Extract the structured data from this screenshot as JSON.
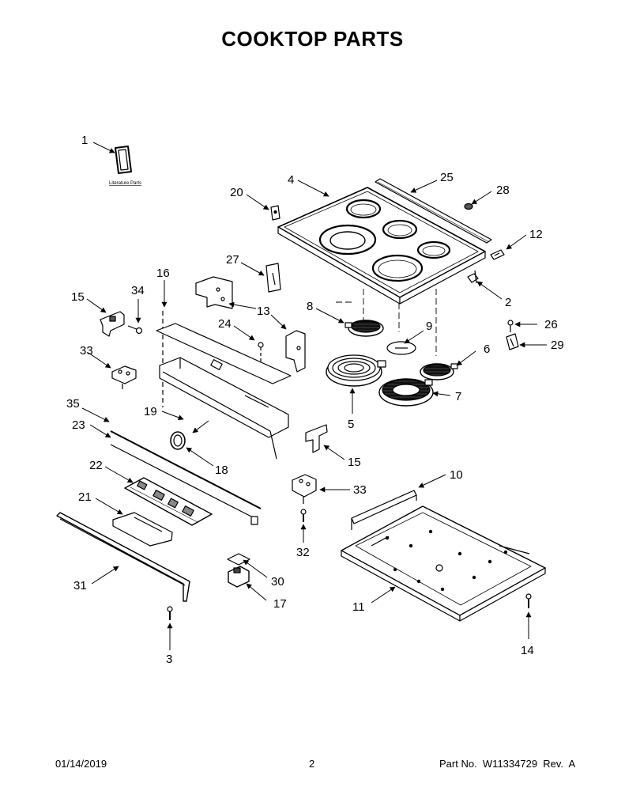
{
  "page": {
    "title": "COOKTOP PARTS",
    "footer": {
      "date": "01/14/2019",
      "page_number": "2",
      "part_info": "Part No.  W11334729  Rev.  A"
    }
  },
  "parts_diagram": {
    "literature_label": "Literature Parts",
    "callouts": [
      {
        "id": "1",
        "label": "1"
      },
      {
        "id": "2",
        "label": "2"
      },
      {
        "id": "3",
        "label": "3"
      },
      {
        "id": "4",
        "label": "4"
      },
      {
        "id": "5",
        "label": "5"
      },
      {
        "id": "6",
        "label": "6"
      },
      {
        "id": "7",
        "label": "7"
      },
      {
        "id": "8",
        "label": "8"
      },
      {
        "id": "9",
        "label": "9"
      },
      {
        "id": "10",
        "label": "10"
      },
      {
        "id": "11",
        "label": "11"
      },
      {
        "id": "12",
        "label": "12"
      },
      {
        "id": "13",
        "label": "13"
      },
      {
        "id": "14",
        "label": "14"
      },
      {
        "id": "15a",
        "label": "15"
      },
      {
        "id": "15b",
        "label": "15"
      },
      {
        "id": "16",
        "label": "16"
      },
      {
        "id": "17",
        "label": "17"
      },
      {
        "id": "18",
        "label": "18"
      },
      {
        "id": "19",
        "label": "19"
      },
      {
        "id": "20",
        "label": "20"
      },
      {
        "id": "21",
        "label": "21"
      },
      {
        "id": "22",
        "label": "22"
      },
      {
        "id": "23",
        "label": "23"
      },
      {
        "id": "24",
        "label": "24"
      },
      {
        "id": "25",
        "label": "25"
      },
      {
        "id": "26",
        "label": "26"
      },
      {
        "id": "27",
        "label": "27"
      },
      {
        "id": "28",
        "label": "28"
      },
      {
        "id": "29",
        "label": "29"
      },
      {
        "id": "30",
        "label": "30"
      },
      {
        "id": "31",
        "label": "31"
      },
      {
        "id": "32",
        "label": "32"
      },
      {
        "id": "33a",
        "label": "33"
      },
      {
        "id": "33b",
        "label": "33"
      },
      {
        "id": "34",
        "label": "34"
      },
      {
        "id": "35",
        "label": "35"
      }
    ]
  }
}
